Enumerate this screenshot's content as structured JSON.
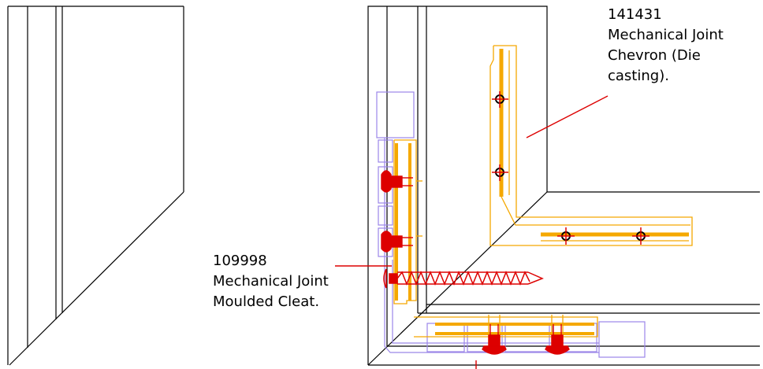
{
  "callouts": {
    "chevron": {
      "code": "141431",
      "line1": "Mechanical Joint",
      "line2": "Chevron (Die",
      "line3": "casting)."
    },
    "cleat": {
      "code": "109998",
      "line1": "Mechanical Joint",
      "line2": "Moulded Cleat."
    }
  },
  "colors": {
    "outline": "#000000",
    "chevron_part": "#f5a800",
    "cleat_part": "#f5a800",
    "screws": "#dd0000",
    "gasket_profile": "#9b86e8",
    "leader_lines": "#dd0000"
  }
}
